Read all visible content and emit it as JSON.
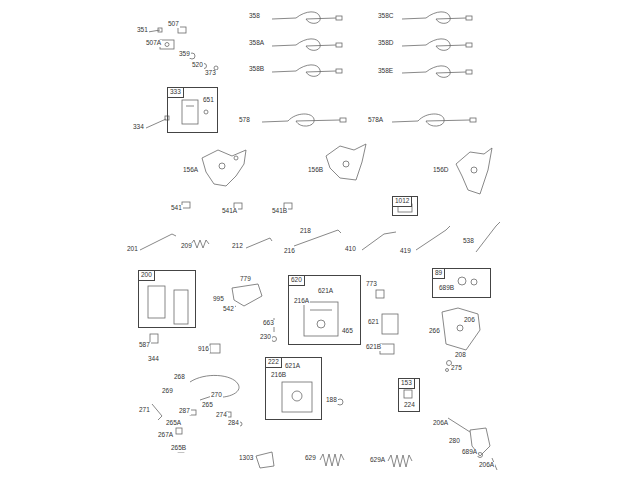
{
  "diagram": {
    "nodes": [
      {
        "text": [
          "333",
          "651"
        ]
      },
      {
        "text": [
          "1012"
        ]
      },
      {
        "text": [
          "200"
        ]
      },
      {
        "text": [
          "620",
          "216A",
          "621A",
          "465"
        ]
      },
      {
        "text": [
          "89",
          "689B"
        ]
      },
      {
        "text": [
          "222",
          "621A",
          "216B"
        ]
      },
      {
        "text": [
          "153",
          "224"
        ]
      }
    ],
    "labels": [
      "351",
      "507",
      "507A",
      "359",
      "520",
      "373",
      "358",
      "358A",
      "358B",
      "358C",
      "358D",
      "358E",
      "334",
      "578",
      "578A",
      "156A",
      "156B",
      "156D",
      "541",
      "541A",
      "541B",
      "201",
      "209",
      "212",
      "218",
      "216",
      "410",
      "419",
      "538",
      "779",
      "773",
      "995",
      "542",
      "663",
      "621",
      "206",
      "266",
      "230",
      "587",
      "916",
      "621B",
      "344",
      "208",
      "275",
      "268",
      "269",
      "270",
      "188",
      "265",
      "271",
      "287",
      "274",
      "206A",
      "284",
      "265A",
      "267A",
      "280",
      "265B",
      "689A",
      "1303",
      "629",
      "629A",
      "206A"
    ]
  }
}
